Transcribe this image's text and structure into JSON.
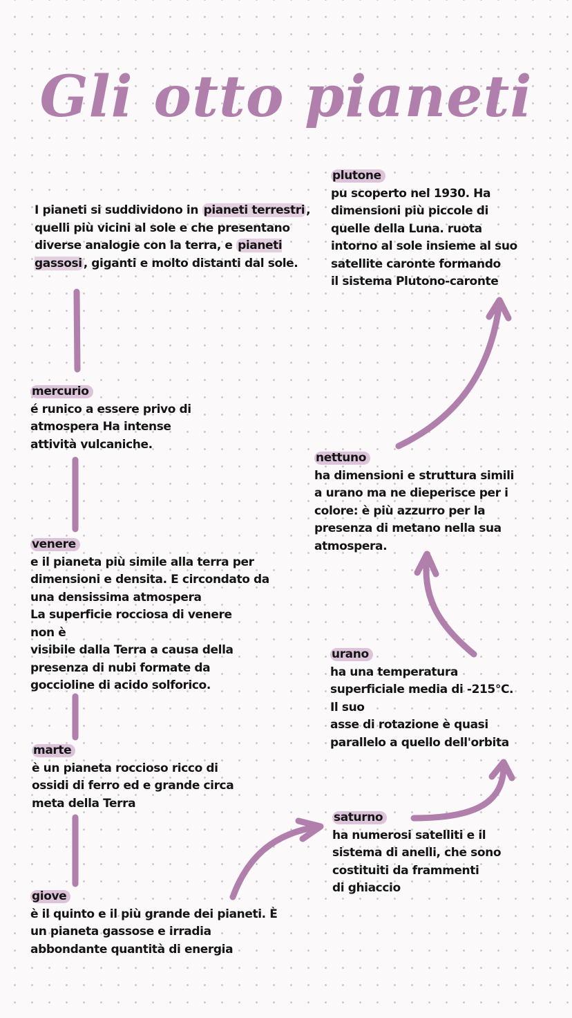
{
  "title": "Gli otto pianeti",
  "colors": {
    "accent": "#b07fac",
    "highlight": "#dcc3d9"
  },
  "intro": {
    "text_before": "I pianeti si suddividono in ",
    "highlight_1": "pianeti terrestri",
    "text_middle": ", quelli più vicini al sole e che presentano diverse analogie con la terra, e ",
    "highlight_2": "pianeti gassosi",
    "text_after": ", giganti e molto distanti dal sole."
  },
  "planets": [
    {
      "name": "mercurio",
      "lines": [
        "é runico a essere privo di",
        "atmospera Ha intense",
        "attività vulcaniche."
      ]
    },
    {
      "name": "venere",
      "lines": [
        "e il pianeta più simile alla terra per",
        "dimensioni e densita. E circondato da",
        "una densissima atmospera",
        "La superficie rocciosa di venere",
        "non è",
        "visibile dalla Terra a causa della",
        "presenza di nubi formate da",
        "goccioline di acido solforico."
      ]
    },
    {
      "name": "marte",
      "lines": [
        "è un pianeta roccioso ricco di",
        "ossidi di ferro ed e grande circa",
        "meta della Terra"
      ]
    },
    {
      "name": "giove",
      "lines": [
        "è il quinto e il più grande dei pianeti. È",
        "un pianeta gassose e irradia",
        "abbondante quantità di energia"
      ]
    },
    {
      "name": "saturno",
      "lines": [
        "ha numerosi satelliti e il",
        "sistema di anelli, che sono",
        "costituiti da frammenti",
        "di ghiaccio"
      ]
    },
    {
      "name": "urano",
      "lines": [
        "ha una temperatura",
        "superficiale media di -215°C.",
        "Il suo",
        "asse di rotazione è quasi",
        "parallelo a quello dell'orbita"
      ]
    },
    {
      "name": "nettuno",
      "lines": [
        "ha dimensioni e struttura simili",
        "a urano ma ne dieperisce per i",
        "colore: è più azzurro per la",
        "presenza di metano nella sua",
        "atmospera."
      ]
    },
    {
      "name": "plutone",
      "lines": [
        "pu scoperto nel 1930. Ha",
        "dimensioni più piccole di",
        "quelle della Luna. ruota",
        "intorno al sole insieme al suo",
        "satellite caronte formando",
        "il sistema Plutono-caronte"
      ]
    }
  ]
}
